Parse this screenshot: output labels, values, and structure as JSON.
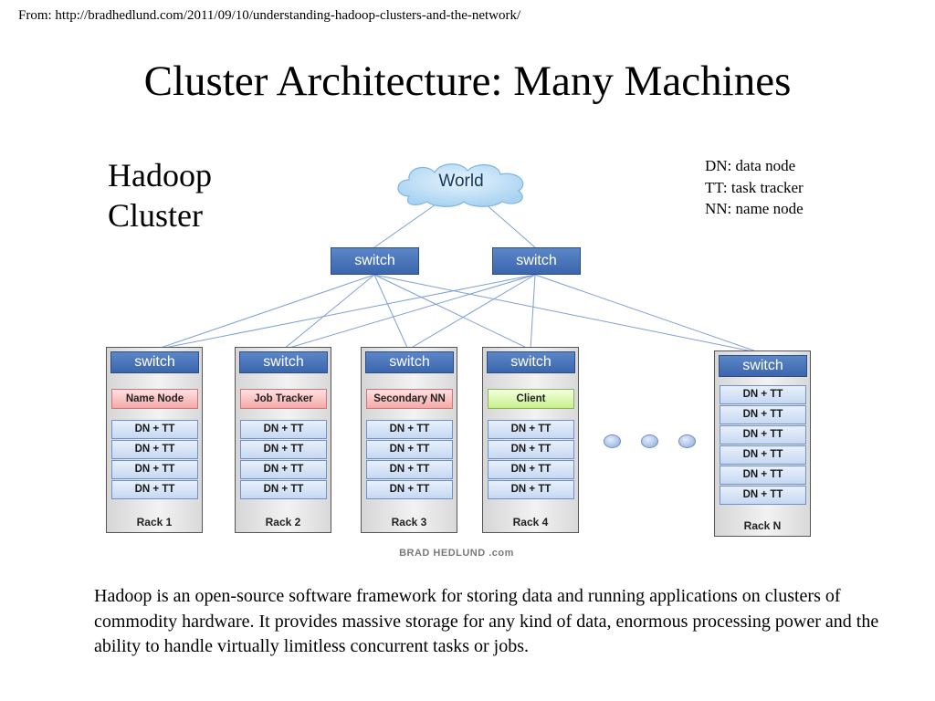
{
  "source": "From: http://bradhedlund.com/2011/09/10/understanding-hadoop-clusters-and-the-network/",
  "title": "Cluster Architecture: Many Machines",
  "cluster_label": [
    "Hadoop",
    "Cluster"
  ],
  "legend": [
    "DN: data node",
    "TT: task tracker",
    "NN: name node"
  ],
  "diagram": {
    "cloud_label": "World",
    "switch_label": "switch",
    "node_label": "DN + TT",
    "racks": [
      {
        "label": "Rack 1",
        "role": "Name Node",
        "role_color": "#f4a9a9"
      },
      {
        "label": "Rack 2",
        "role": "Job Tracker",
        "role_color": "#f4a9a9"
      },
      {
        "label": "Rack 3",
        "role": "Secondary NN",
        "role_color": "#f4a9a9"
      },
      {
        "label": "Rack 4",
        "role": "Client",
        "role_color": "#c8f08a"
      },
      {
        "label": "Rack N",
        "role": "",
        "role_color": ""
      }
    ],
    "credit": "BRAD HEDLUND .com"
  },
  "description": "Hadoop is an open-source software framework for storing data and running applications on clusters of commodity hardware. It provides massive storage for any kind of data, enormous processing power and the ability to handle virtually limitless concurrent tasks or jobs."
}
